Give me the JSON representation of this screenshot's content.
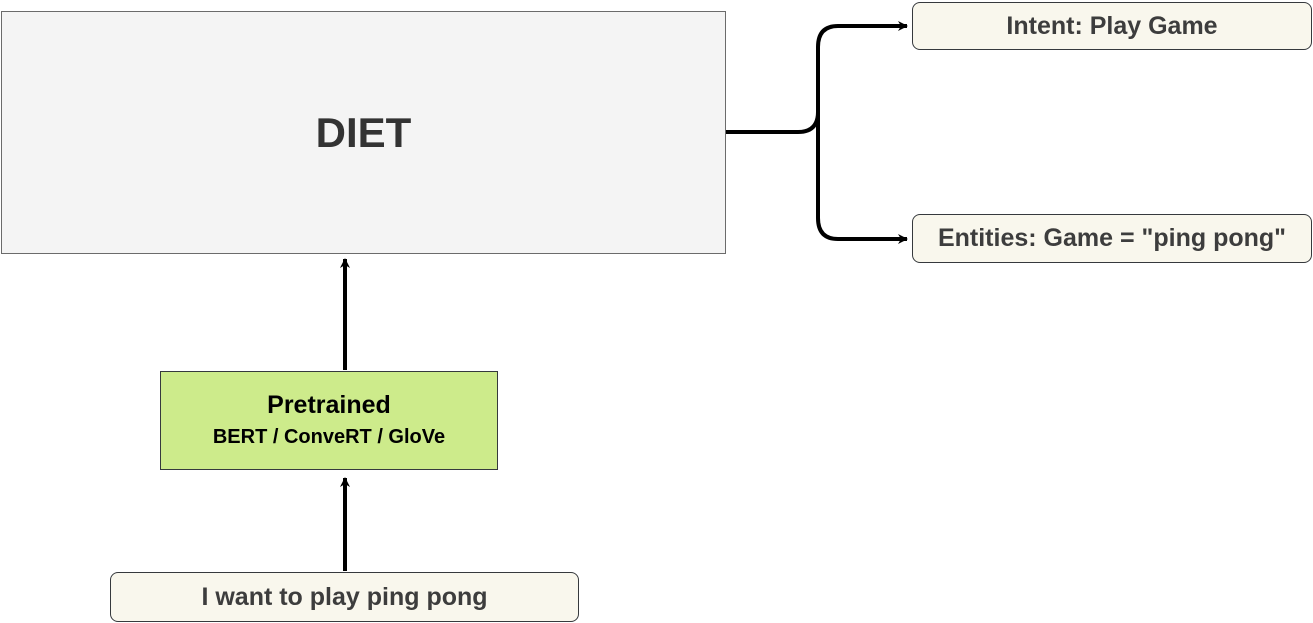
{
  "diagram": {
    "model": {
      "label": "DIET"
    },
    "embeddings": {
      "title": "Pretrained",
      "subtitle": "BERT / ConveRT / GloVe"
    },
    "input": {
      "text": "I want to play ping pong"
    },
    "outputs": {
      "intent": "Intent: Play Game",
      "entities": "Entities: Game = \"ping pong\""
    }
  },
  "colors": {
    "model_fill": "#f4f4f4",
    "embeddings_fill": "#cdeb8b",
    "pill_fill": "#f9f7ed",
    "edge": "#000000",
    "text": "#333333"
  }
}
